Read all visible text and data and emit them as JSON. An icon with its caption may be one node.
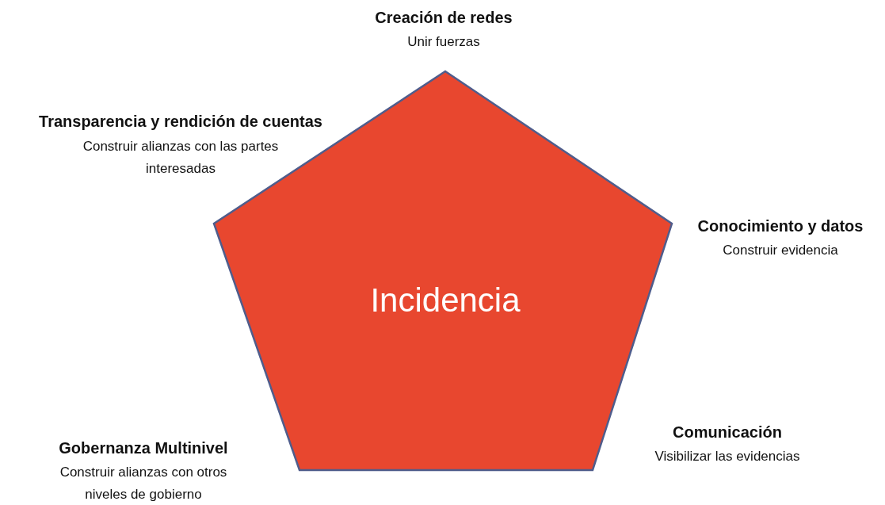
{
  "diagram": {
    "nodes": [
      {
        "text": [
          "Incidencia"
        ]
      }
    ],
    "edges": [],
    "labels": [
      "Creación de redes",
      "Unir fuerzas",
      "Transparencia y rendición de cuentas",
      "Construir alianzas con las partes interesadas",
      "Conocimiento y datos",
      "Construir evidencia",
      "Comunicación",
      "Visibilizar las evidencias",
      "Gobernanza Multinivel",
      "Construir alianzas con otros niveles de gobierno"
    ]
  }
}
